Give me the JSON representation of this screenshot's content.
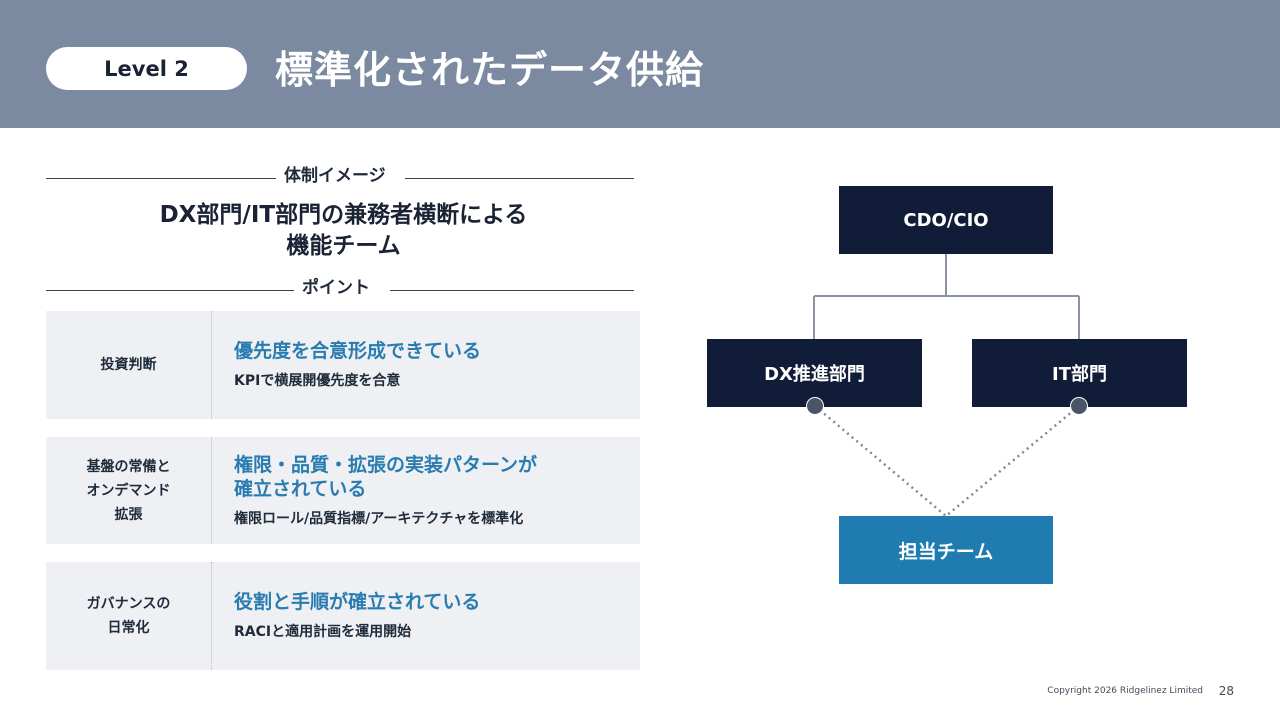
{
  "header": {
    "level": "Level 2",
    "title": "標準化されたデータ供給"
  },
  "organization": {
    "section_label": "体制イメージ",
    "title_line1": "DX部門/IT部門の兼務者横断による",
    "title_line2": "機能チーム"
  },
  "points": {
    "section_label": "ポイント",
    "rows": [
      {
        "label_lines": [
          "投資判断"
        ],
        "headline_lines": [
          "優先度を合意形成できている"
        ],
        "detail": "KPIで横展開優先度を合意"
      },
      {
        "label_lines": [
          "基盤の常備と",
          "オンデマンド",
          "拡張"
        ],
        "headline_lines": [
          "権限・品質・拡張の実装パターンが",
          "確立されている"
        ],
        "detail": "権限ロール/品質指標/アーキテクチャを標準化"
      },
      {
        "label_lines": [
          "ガバナンスの",
          "日常化"
        ],
        "headline_lines": [
          "役割と手順が確立されている"
        ],
        "detail": "RACIと適用計画を運用開始"
      }
    ]
  },
  "org_chart": {
    "top": "CDO/CIO",
    "left": "DX推進部門",
    "right": "IT部門",
    "bottom": "担当チーム",
    "colors": {
      "dark": "#111d38",
      "accent": "#1f7bb0"
    }
  },
  "footer": {
    "copyright": "Copyright 2026 Ridgelinez Limited",
    "page": "28"
  }
}
